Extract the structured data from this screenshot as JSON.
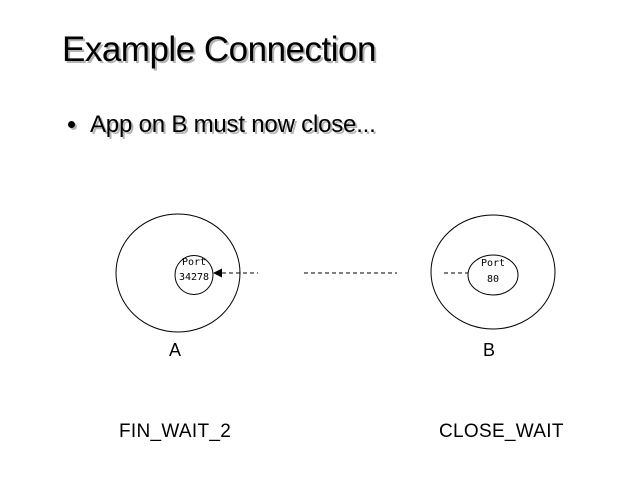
{
  "slide": {
    "title": "Example Connection",
    "bullet": "App on B must now close...",
    "colors": {
      "background": "#ffffff",
      "text": "#000000",
      "shadow": "#b5b5b5",
      "diagram_stroke": "#000000"
    }
  },
  "diagram": {
    "hosts": [
      {
        "label": "A",
        "port_label": "Port",
        "port_number": "34278",
        "state": "FIN_WAIT_2"
      },
      {
        "label": "B",
        "port_label": "Port",
        "port_number": "80",
        "state": "CLOSE_WAIT"
      }
    ],
    "connection": {
      "style": "dashed",
      "arrow_direction": "toward-port-on-A"
    }
  }
}
